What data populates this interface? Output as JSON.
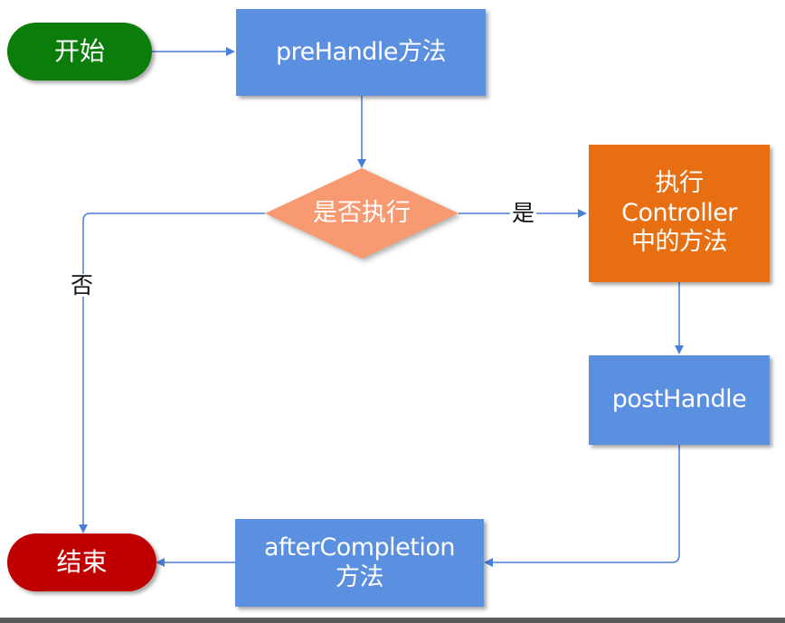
{
  "flowchart": {
    "colors": {
      "start": "#0b7d0b",
      "end": "#c00000",
      "process": "#5b8fe0",
      "controller": "#e86e12",
      "decision": "#f79a71",
      "edge": "#4a7fd9"
    },
    "nodes": {
      "start": {
        "label": "开始"
      },
      "prehandle": {
        "label": "preHandle方法"
      },
      "decision": {
        "label": "是否执行"
      },
      "controller": {
        "line1": "执行",
        "line2": "Controller",
        "line3": "中的方法"
      },
      "posthandle": {
        "label": "postHandle"
      },
      "aftercompletion": {
        "line1": "afterCompletion",
        "line2": "方法"
      },
      "end": {
        "label": "结束"
      }
    },
    "edges": {
      "yes_label": "是",
      "no_label": "否"
    }
  }
}
